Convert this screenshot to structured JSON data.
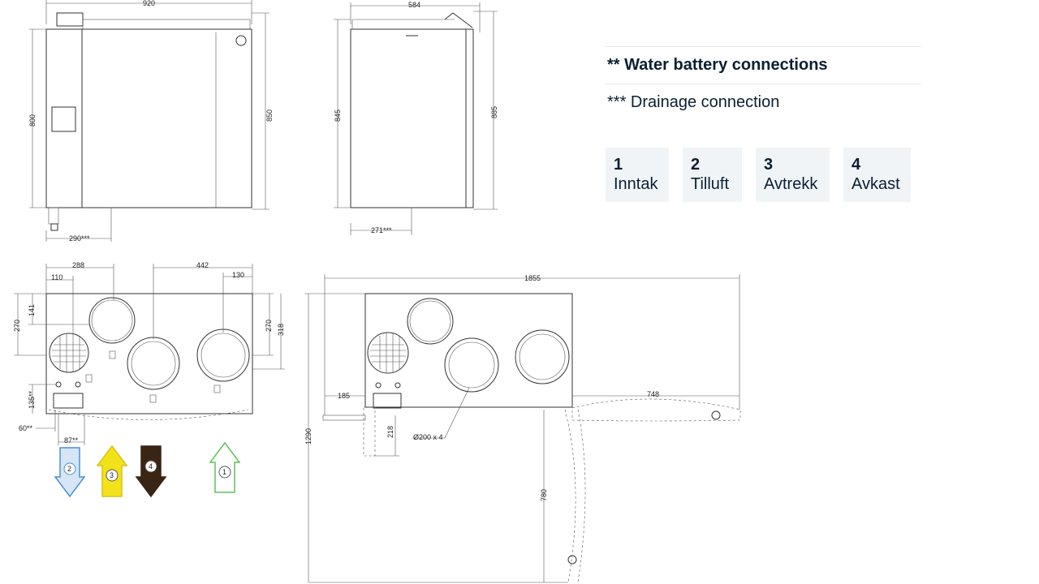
{
  "notes": {
    "water_battery": "** Water battery connections",
    "drainage": "*** Drainage connection"
  },
  "connections": [
    {
      "number": "1",
      "label": "Inntak"
    },
    {
      "number": "2",
      "label": "Tilluft"
    },
    {
      "number": "3",
      "label": "Avtrekk"
    },
    {
      "number": "4",
      "label": "Avkast"
    }
  ],
  "dimensions": {
    "front_width": "920",
    "front_height": "800",
    "front_total_height": "850",
    "front_drain_offset": "290***",
    "side_width": "584",
    "side_height": "845",
    "side_total_height": "885",
    "side_drain_offset": "271***",
    "top_288": "288",
    "top_442": "442",
    "top_110": "110",
    "top_130": "130",
    "top_141": "141",
    "top_270_left": "270",
    "top_270_right": "270",
    "top_318": "318",
    "top_135": "135**",
    "top_60": "60**",
    "top_87": "87**",
    "service_1855": "1855",
    "service_185": "185",
    "service_748": "748",
    "service_1290": "1290",
    "service_218": "218",
    "service_780": "780",
    "service_duct": "Ø200 x 4"
  },
  "arrow_colors": {
    "arrow_1": "#5ec35a",
    "arrow_2": "#4b8fd6",
    "arrow_3": "#f3e21a",
    "arrow_4": "#3a2414"
  }
}
